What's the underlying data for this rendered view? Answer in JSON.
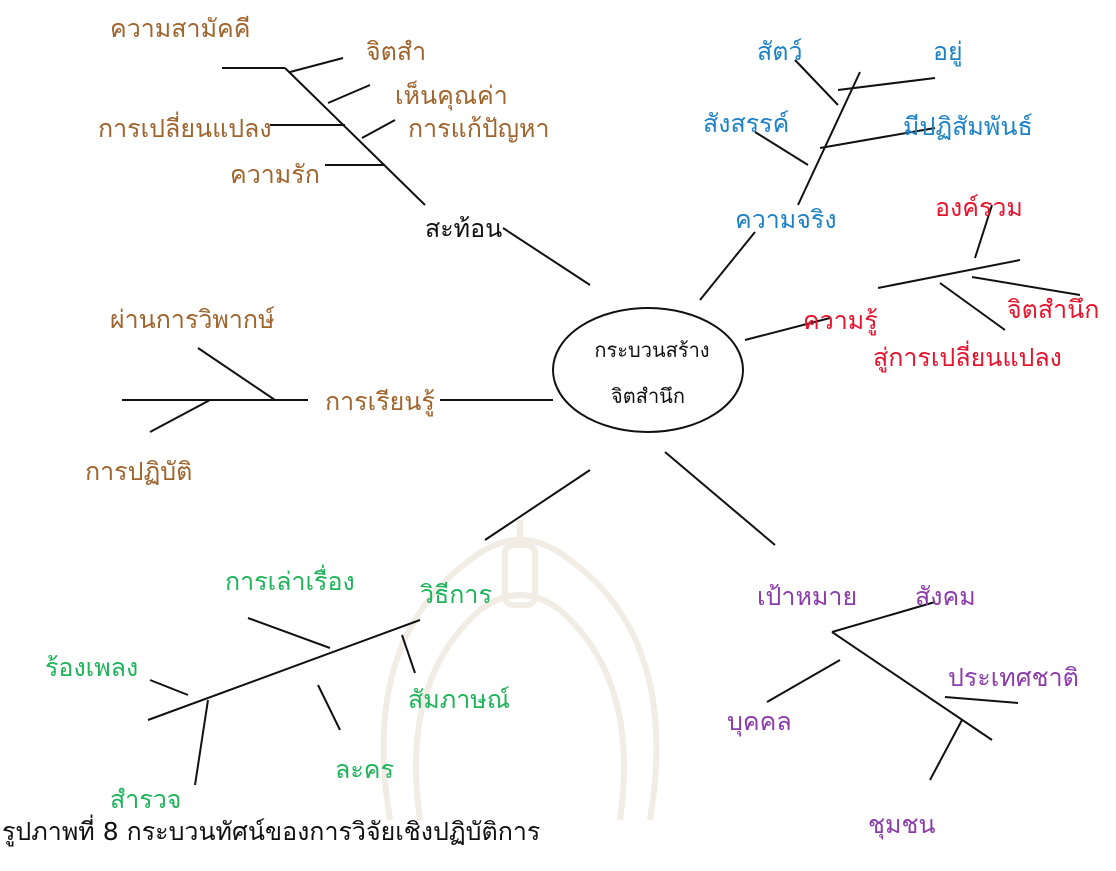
{
  "center": {
    "line1": "กระบวนสร้าง",
    "line2": "จิตสำนึก"
  },
  "branches": {
    "reflect": {
      "title": "สะท้อน",
      "items": [
        "ความสามัคคี",
        "จิตสำ",
        "เห็นคุณค่า",
        "การเปลี่ยนแปลง",
        "การแก้ปัญหา",
        "ความรัก"
      ]
    },
    "truth": {
      "title": "ความจริง",
      "items": [
        "สัตว์",
        "อยู่",
        "สังสรรค์",
        "มีปฏิสัมพันธ์"
      ]
    },
    "knowledge": {
      "title_line1": "ความรู้",
      "title_line2": "สู่การเปลี่ยนแปลง",
      "items": [
        "องค์รวม",
        "จิตสำนึก"
      ]
    },
    "learning": {
      "title": "การเรียนรู้",
      "items": [
        "ผ่านการวิพากษ์",
        "การปฏิบัติ"
      ]
    },
    "method": {
      "title": "วิธีการ",
      "items": [
        "การเล่าเรื่อง",
        "ร้องเพลง",
        "สัมภาษณ์",
        "ละคร",
        "สำรวจ"
      ]
    },
    "goal": {
      "title": "เป้าหมาย",
      "items": [
        "สังคม",
        "ประเทศชาติ",
        "บุคคล",
        "ชุมชน"
      ]
    }
  },
  "caption": "รูปภาพที่  8 กระบวนทัศน์ของการวิจัยเชิงปฏิบัติการ",
  "colors": {
    "reflect": "#A0642D",
    "truth": "#1E82C8",
    "knowledge": "#E6142D",
    "learning": "#A0642D",
    "method": "#1EB45A",
    "goal": "#8C3CAA"
  }
}
